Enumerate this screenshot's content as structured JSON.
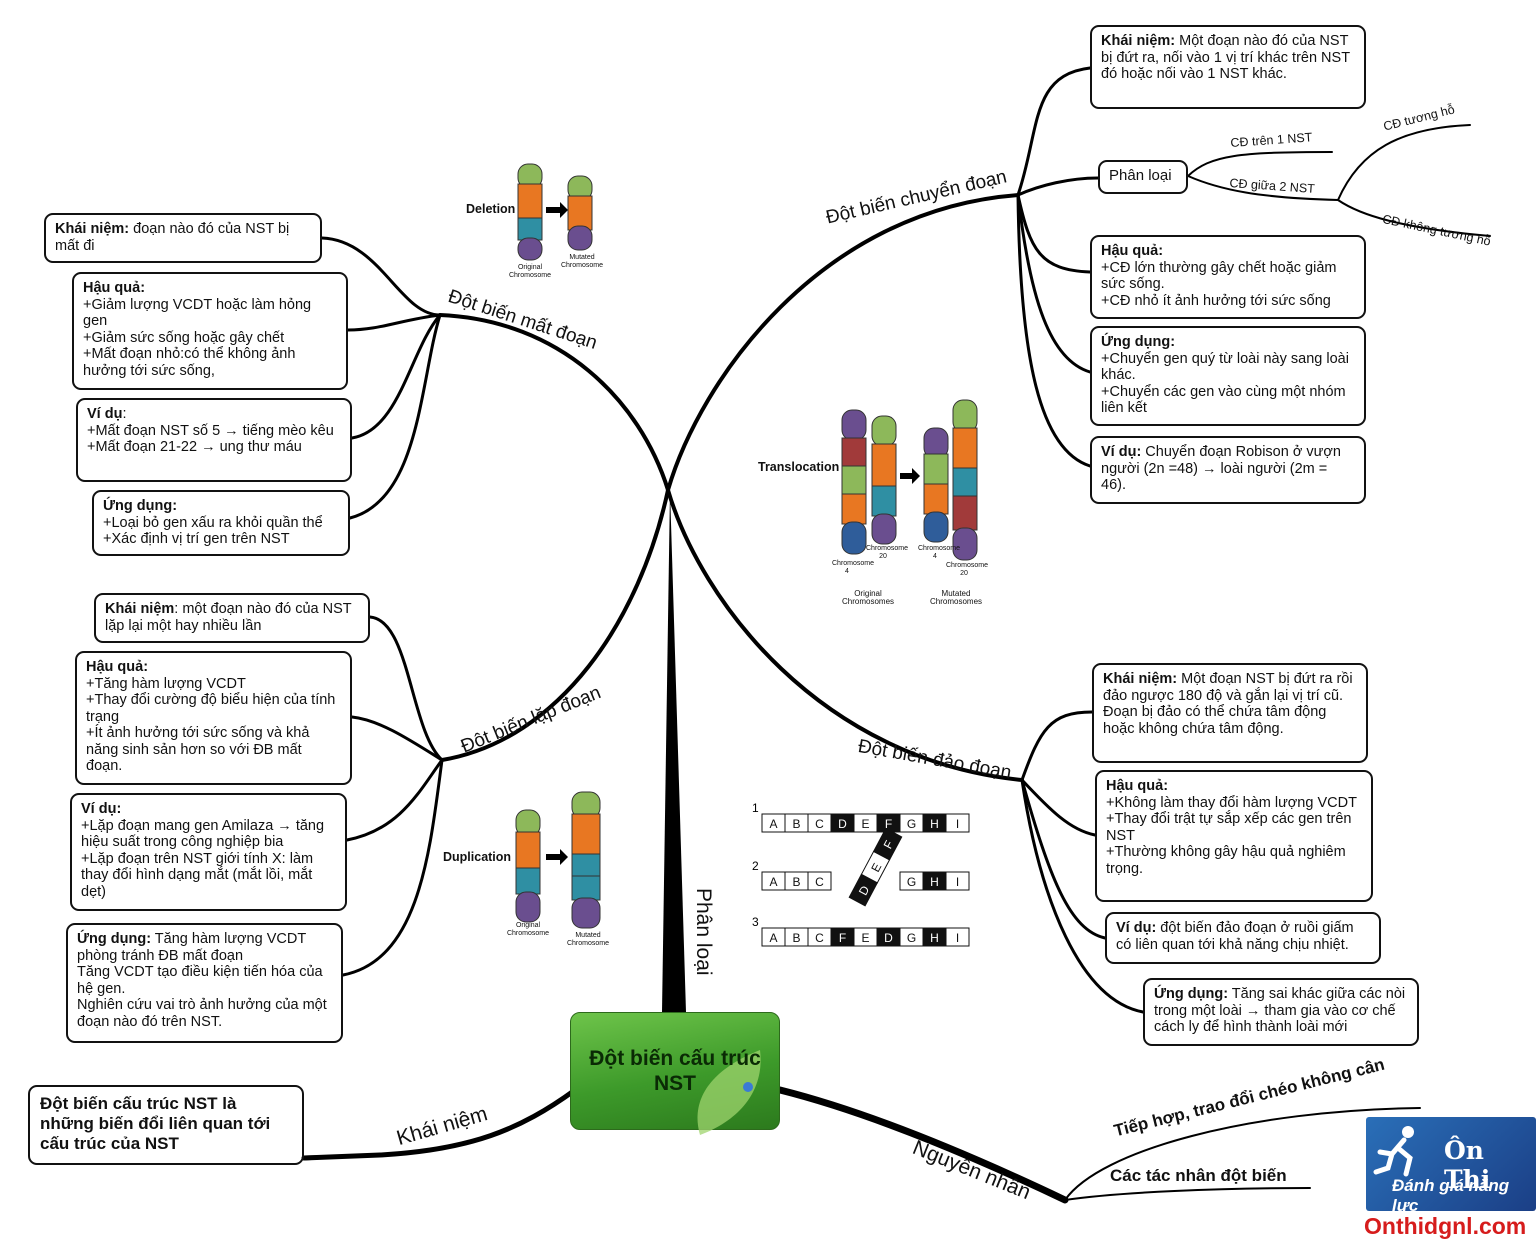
{
  "root": {
    "title_line1": "Đột biến cấu trúc",
    "title_line2": "NST"
  },
  "branches": {
    "mat_doan": "Đột biến mất đoạn",
    "lap_doan": "Đột biến lặp đoạn",
    "chuyen_doan": "Đột biến chuyển đoạn",
    "dao_doan": "Đột biến đảo đoạn",
    "phan_loai": "Phân loại",
    "khai_niem": "Khái niệm",
    "nguyen_nhan": "Nguyên nhân"
  },
  "khai_niem_box": "Đột biến cấu trúc NST là những biến đổi liên quan tới cấu trúc của NST",
  "nguyen_nhan_items": [
    "Tiếp hợp, trao đổi chéo không cân",
    "Các tác nhân đột biến"
  ],
  "mat_doan": {
    "khai_niem_h": "Khái niệm:",
    "khai_niem": " đoạn nào đó của NST bị mất đi",
    "hau_qua_h": "Hậu quả:",
    "hau_qua": "+Giảm lượng VCDT hoặc làm hỏng gen\n+Giảm sức sống hoặc gây chết\n+Mất đoạn nhỏ:có thể không ảnh hưởng tới sức sống,",
    "vi_du_h": "Ví dụ",
    "vi_du": ":\n+Mất đoạn NST số 5 → tiếng mèo kêu\n+Mất đoạn 21-22 → ung thư máu",
    "ung_dung_h": "Ứng dụng:",
    "ung_dung": "\n+Loại bỏ gen xấu ra khỏi quần thể\n+Xác định vị trí gen trên NST"
  },
  "lap_doan": {
    "khai_niem_h": "Khái niệm",
    "khai_niem": ": một đoạn nào đó của NST lặp lại một hay nhiều lần",
    "hau_qua_h": "Hậu quả:",
    "hau_qua": "\n+Tăng hàm lượng VCDT\n+Thay đổi cường độ biểu hiện của tính trạng\n+Ít ảnh hưởng tới sức sống và khả năng sinh sản hơn so với ĐB mất đoạn.",
    "vi_du_h": "Ví dụ:",
    "vi_du": "\n+Lặp đoạn mang gen Amilaza → tăng hiệu suất trong công nghiệp bia\n+Lặp đoạn trên NST giới tính X: làm thay đổi hình dạng mắt (mắt lồi, mắt dẹt)",
    "ung_dung_h": "Ứng dụng:",
    "ung_dung": " Tăng hàm lượng VCDT phòng tránh ĐB mất đoạn\nTăng VCDT tạo điều kiện tiến hóa của hệ gen.\nNghiên cứu vai trò ảnh hưởng của một đoạn nào đó trên NST."
  },
  "chuyen_doan": {
    "khai_niem_h": "Khái niệm:",
    "khai_niem": " Một đoạn nào đó của NST bị đứt ra, nối vào 1 vị trí khác trên NST đó hoặc nối vào 1 NST khác.",
    "phan_loai": "Phân loại",
    "cd_tren_1": "CĐ trên 1 NST",
    "cd_giua_2": "CĐ giữa 2 NST",
    "cd_tuong_ho": "CĐ tương hỗ",
    "cd_khong_tuong_ho": "CĐ không tương hỗ",
    "hau_qua_h": "Hậu quả:",
    "hau_qua": "\n+CĐ lớn thường gây chết hoặc giảm sức sống.\n+CĐ nhỏ ít ảnh hưởng tới sức sống",
    "ung_dung_h": "Ứng dụng:",
    "ung_dung": "\n+Chuyển gen quý từ loài này sang loài khác.\n+Chuyển các gen vào cùng một nhóm liên kết",
    "vi_du_h": "Ví dụ:",
    "vi_du": " Chuyển đoạn Robison ở vượn người (2n =48) → loài người (2m = 46)."
  },
  "dao_doan": {
    "khai_niem_h": "Khái niệm:",
    "khai_niem": " Một đoạn NST bị đứt ra rồi đảo ngược 180 độ và gắn lại vị trí cũ.\nĐoạn bị đảo có thể chứa tâm động hoặc không chứa tâm động.",
    "hau_qua_h": "Hậu quả:",
    "hau_qua": "\n+Không làm thay đổi hàm lượng VCDT\n+Thay đổi trật tự sắp xếp các gen trên NST\n+Thường không gây hậu quả nghiêm trọng.",
    "vi_du_h": "Ví dụ:",
    "vi_du": " đột biến đảo đoạn ở ruồi giấm có liên quan tới khả năng chịu nhiệt.",
    "ung_dung_h": "Ứng dụng:",
    "ung_dung": " Tăng sai khác giữa các nòi trong một loài → tham gia vào cơ chế cách ly để hình thành loài mới"
  },
  "figures": {
    "deletion": "Deletion",
    "translocation": "Translocation",
    "duplication": "Duplication",
    "original_chromosome": "Original Chromosome",
    "mutated_chromosome": "Mutated Chromosome",
    "original_chromosomes": "Original Chromosomes",
    "mutated_chromosomes": "Mutated Chromosomes",
    "chromosome_4": "Chromosome 4",
    "chromosome_20": "Chromosome 20",
    "inversion_rows": [
      [
        "A",
        "B",
        "C",
        "D",
        "E",
        "F",
        "G",
        "H",
        "I"
      ],
      [
        "A",
        "B",
        "C",
        "",
        "",
        "",
        "G",
        "H",
        "I"
      ],
      [
        "A",
        "B",
        "C",
        "F",
        "E",
        "D",
        "G",
        "H",
        "I"
      ]
    ],
    "inversion_nums": [
      "1",
      "2",
      "3"
    ]
  },
  "logo": {
    "line1": "Ôn Thi",
    "line2": "Đánh giá năng lực",
    "site": "Onthidgnl.com"
  },
  "colors": {
    "root_green": "#3d9a2a",
    "chrom_green": "#8db85a",
    "chrom_orange": "#e87722",
    "chrom_teal": "#2f8fa3",
    "chrom_purple": "#6a4e8f",
    "chrom_red": "#a13a3a",
    "chrom_blue": "#2f5d9a",
    "logo_blue": "#1b3f86",
    "logo_red": "#d61c1c"
  }
}
